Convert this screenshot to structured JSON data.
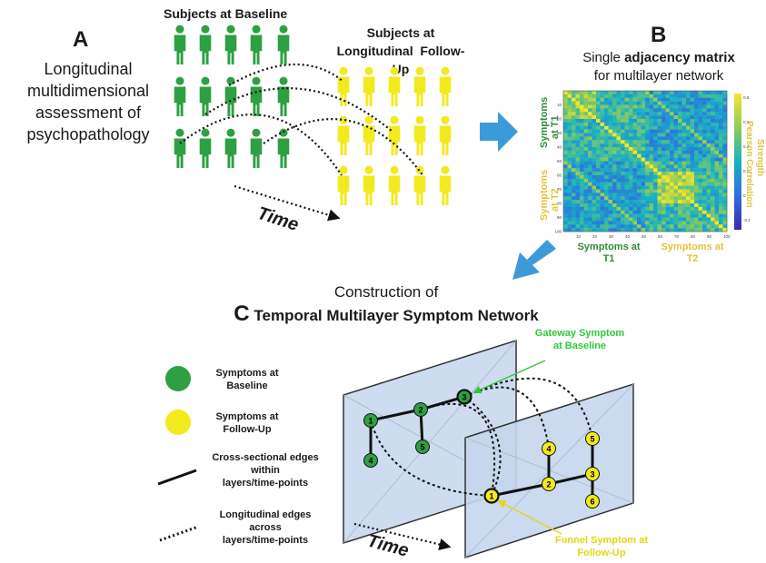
{
  "panel_a": {
    "letter": "A",
    "description": [
      "Longitudinal",
      "multidimensional",
      "assessment of",
      "psychopathology"
    ],
    "baseline_label": "Subjects at Baseline",
    "followup_label": [
      "Subjects at",
      "Longitudinal  Follow-",
      "Up"
    ],
    "time_label": "Time"
  },
  "panel_b": {
    "letter": "B",
    "subtitle_pre": "Single ",
    "subtitle_bold": "adjacency matrix",
    "subtitle_line2": "for multilayer network",
    "row_label_t1": [
      "Symptoms",
      "at T1"
    ],
    "row_label_t2": [
      "Symptoms",
      "at T2"
    ],
    "col_label_t1": [
      "Symptoms at",
      "T1"
    ],
    "col_label_t2": [
      "Symptoms at",
      "T2"
    ],
    "colorbar_label": [
      "Pearson Correlation",
      "Strength"
    ],
    "colorbar_ticks": [
      "0.8",
      "0.6",
      "0.4",
      "0.2",
      "0",
      "-0.2"
    ],
    "x_ticks": [
      "10",
      "20",
      "30",
      "40",
      "50",
      "60",
      "70",
      "80",
      "90",
      "100"
    ],
    "y_ticks": [
      "10",
      "20",
      "30",
      "40",
      "50",
      "60",
      "70",
      "80",
      "90",
      "100"
    ]
  },
  "panel_c": {
    "letter": "C",
    "title_line1": "Construction of",
    "title_line2": "Temporal Multilayer Symptom Network",
    "legend": {
      "baseline": [
        "Symptoms at",
        "Baseline"
      ],
      "followup": [
        "Symptoms at",
        "Follow-Up"
      ],
      "cross_sectional": [
        "Cross-sectional edges",
        "within",
        "layers/time-points"
      ],
      "longitudinal": [
        "Longitudinal edges",
        "across",
        "layers/time-points"
      ]
    },
    "gateway_label": [
      "Gateway Symptom",
      "at Baseline"
    ],
    "funnel_label": [
      "Funnel Symptom at",
      "Follow-Up"
    ],
    "time_label": "Time",
    "baseline_nodes": [
      "1",
      "2",
      "3",
      "4",
      "5"
    ],
    "followup_nodes": [
      "1",
      "2",
      "3",
      "4",
      "5",
      "6"
    ]
  },
  "colors": {
    "green": "#2ea043",
    "yellow": "#f2ea1e",
    "blue_arrow": "#3d9ad9",
    "gateway_text": "#2ec93a",
    "funnel_text": "#e8d414",
    "plane_fill": "#c5d6ec",
    "label_green": "#2f8a3a",
    "label_yellow": "#e2c33a"
  }
}
